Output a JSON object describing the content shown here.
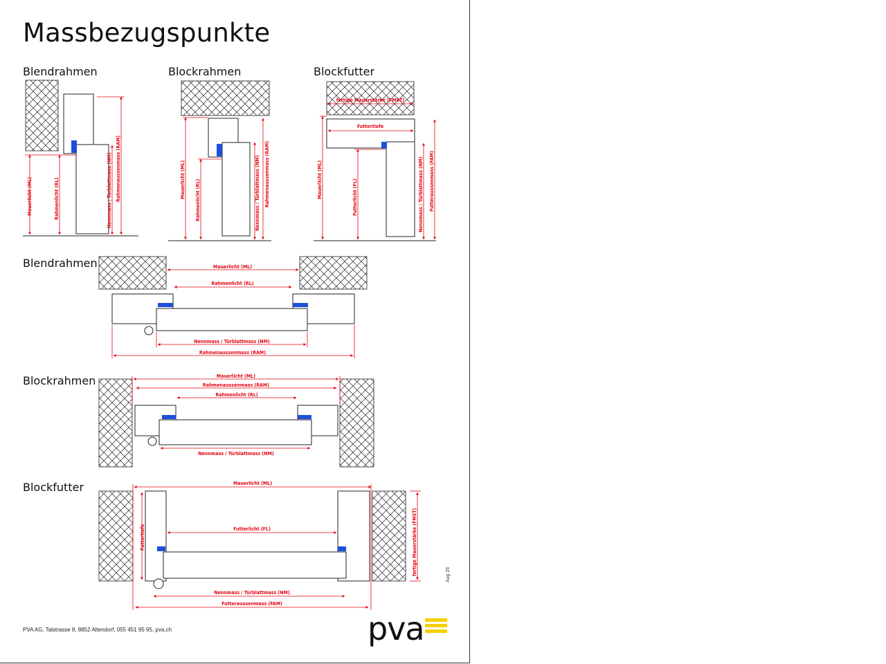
{
  "page": {
    "title": "Massbezugspunkte"
  },
  "sections": {
    "top_blendrahmen": "Blendrahmen",
    "top_blockrahmen": "Blockrahmen",
    "top_blockfutter": "Blockfutter",
    "blendrahmen": "Blendrahmen",
    "blockrahmen": "Blockrahmen",
    "blockfutter": "Blockfutter"
  },
  "dims": {
    "v_blend_ml": "Mauerlicht (ML)",
    "v_blend_rl": "Rahmenlicht (RL)",
    "v_blend_nm": "Nennmass / Türblattmass (NM)",
    "v_blend_ram": "Rahmenaussenmass (RAM)",
    "v_block_ml": "Mauerlicht (ML)",
    "v_block_rl": "Rahmenlicht (RL)",
    "v_block_nm": "Nennmass / Türblattmass (NM)",
    "v_block_ram": "Rahmenaussenmass (RAM)",
    "v_futter_fmst": "fertige Mauerstärke (FMST)",
    "v_futter_tiefe": "Futtertiefe",
    "v_futter_ml": "Mauerlicht (ML)",
    "v_futter_fl": "Futterlicht (FL)",
    "v_futter_nm": "Nennmass / Türblattmass (NM)",
    "v_futter_fam": "Futteraussenmass (FAM)",
    "h_blend_ml": "Mauerlicht (ML)",
    "h_blend_rl": "Rahmenlicht (RL)",
    "h_blend_nm": "Nennmass / Türblattmass (NM)",
    "h_blend_ram": "Rahmenaussenmass (RAM)",
    "h_block_ml": "Mauerlicht (ML)",
    "h_block_ram": "Rahmenaussenmass (RAM)",
    "h_block_rl": "Rahmenlicht (RL)",
    "h_block_nm": "Nennmass / Türblattmass (NM)",
    "h_futter_ml": "Mauerlicht (ML)",
    "h_futter_fl": "Futterlicht (FL)",
    "h_futter_nm": "Nennmass / Türblattmass (NM)",
    "h_futter_fam": "Futteraussenmass (FAM)",
    "h_futter_tiefe": "Futtertiefe",
    "h_futter_fmst": "fertige Mauerstärke (FMST)"
  },
  "footer": {
    "address": "PVA AG, Talstrasse 8, 8852 Altendorf, 055 451 95 95, pva.ch",
    "date": "Aug 26"
  },
  "logo": {
    "text": "pva"
  },
  "colors": {
    "dimension": "#e30613",
    "seal": "#1f4fd8",
    "logo_accent": "#f5cf00",
    "line": "#222222"
  }
}
